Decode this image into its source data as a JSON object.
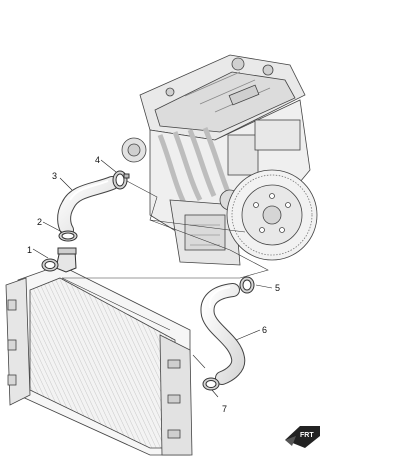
{
  "callouts": [
    "1",
    "2",
    "3",
    "4",
    "5",
    "6",
    "7"
  ],
  "front_indicator": {
    "label": "FRT",
    "icon": "front-arrow-icon"
  }
}
